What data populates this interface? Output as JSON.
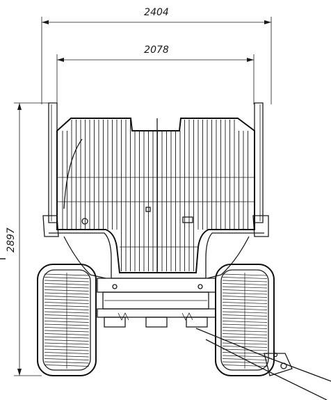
{
  "dimensions": {
    "overall_width": "2404",
    "bunk_width": "2078",
    "overall_height": "2897"
  }
}
